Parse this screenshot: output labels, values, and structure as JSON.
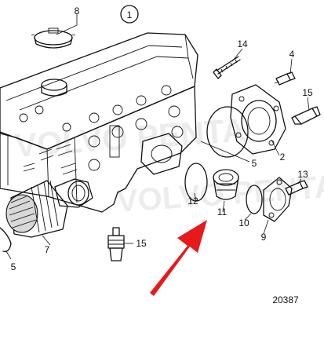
{
  "diagram": {
    "callout_number": "1",
    "part_labels": {
      "p8": "8",
      "p14": "14",
      "p4": "4",
      "p15a": "15",
      "p2": "2",
      "p5a": "5",
      "p13": "13",
      "p12": "12",
      "p11": "11",
      "p10": "10",
      "p9": "9",
      "p7": "7",
      "p5b": "5",
      "p15b": "15"
    },
    "figure_number": "20387",
    "arrow_color": "#e8191a"
  }
}
